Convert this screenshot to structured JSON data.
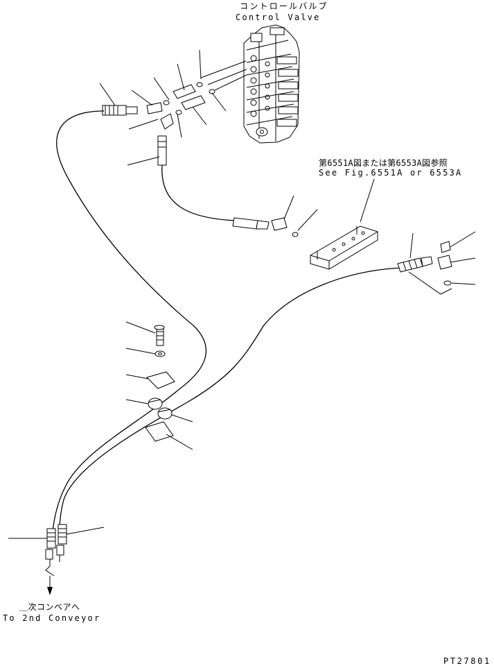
{
  "labels": {
    "control_valve_jp": "コントロールバルブ",
    "control_valve_en": "Control Valve",
    "see_fig_jp": "第6551A図または第6553A図参照",
    "see_fig_en": "See Fig.6551A or 6553A",
    "to_conveyor_jp": "＿次コンベアへ",
    "to_conveyor_en": "To 2nd Conveyor",
    "drawing_code": "PT27801"
  }
}
